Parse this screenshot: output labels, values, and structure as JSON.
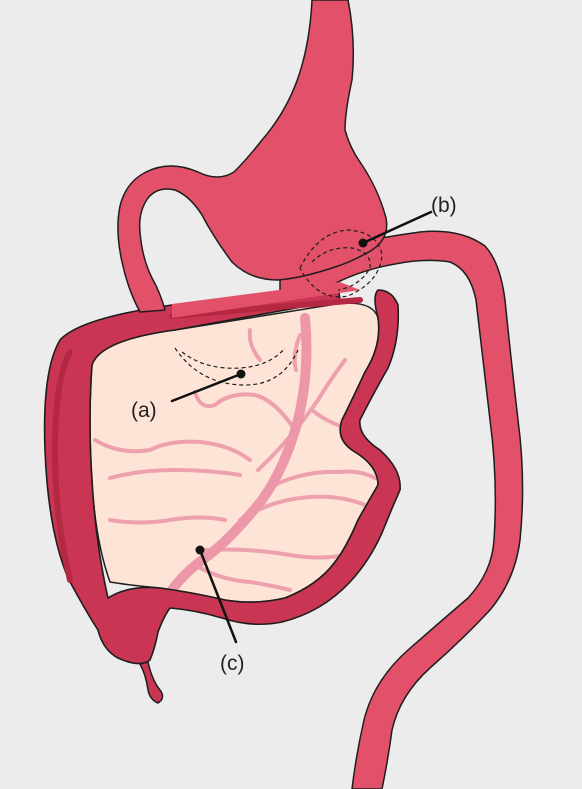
{
  "figure": {
    "colors": {
      "background": "#ececec",
      "stomach": "#e2506a",
      "colon_dark": "#b52842",
      "colon_fill": "#c93552",
      "mesentery": "#fde4d6",
      "vessel": "#eda1ae",
      "vessel_main": "#ec98a8",
      "outline": "#1e1e1e"
    },
    "labels": {
      "a": "(a)",
      "b": "(b)",
      "c": "(c)"
    }
  }
}
